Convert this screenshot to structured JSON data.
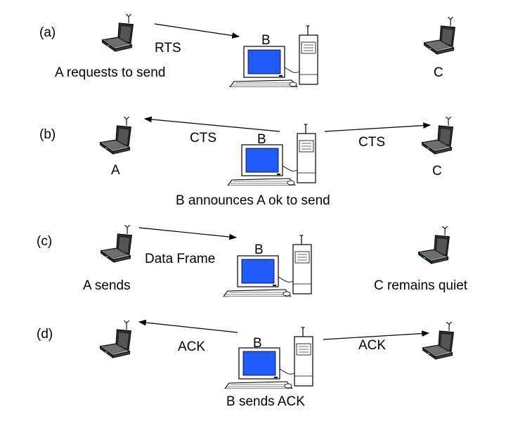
{
  "panels": [
    {
      "id": "a",
      "tag": "(a)",
      "caption_a": "A requests to send",
      "caption_b": "",
      "caption_c": "C",
      "node_b_label": "B",
      "messages": [
        "RTS"
      ]
    },
    {
      "id": "b",
      "tag": "(b)",
      "caption_a": "A",
      "caption_b": "B announces A ok to send",
      "caption_c": "C",
      "node_b_label": "B",
      "messages": [
        "CTS",
        "CTS"
      ]
    },
    {
      "id": "c",
      "tag": "(c)",
      "caption_a": "A sends",
      "caption_b": "",
      "caption_c": "C remains quiet",
      "node_b_label": "B",
      "messages": [
        "Data Frame"
      ]
    },
    {
      "id": "d",
      "tag": "(d)",
      "caption_a": "",
      "caption_b": "B sends ACK",
      "caption_c": "",
      "node_b_label": "B",
      "messages": [
        "ACK",
        "ACK"
      ]
    }
  ],
  "colors": {
    "screen": "#1f5bff",
    "device_outline": "#000000",
    "device_fill": "#ffffff",
    "laptop_body": "#2b2b2b",
    "laptop_keys": "#8a8a8a"
  },
  "icons": {
    "laptop": "laptop-with-antenna-icon",
    "station": "desktop-station-with-antenna-icon"
  }
}
